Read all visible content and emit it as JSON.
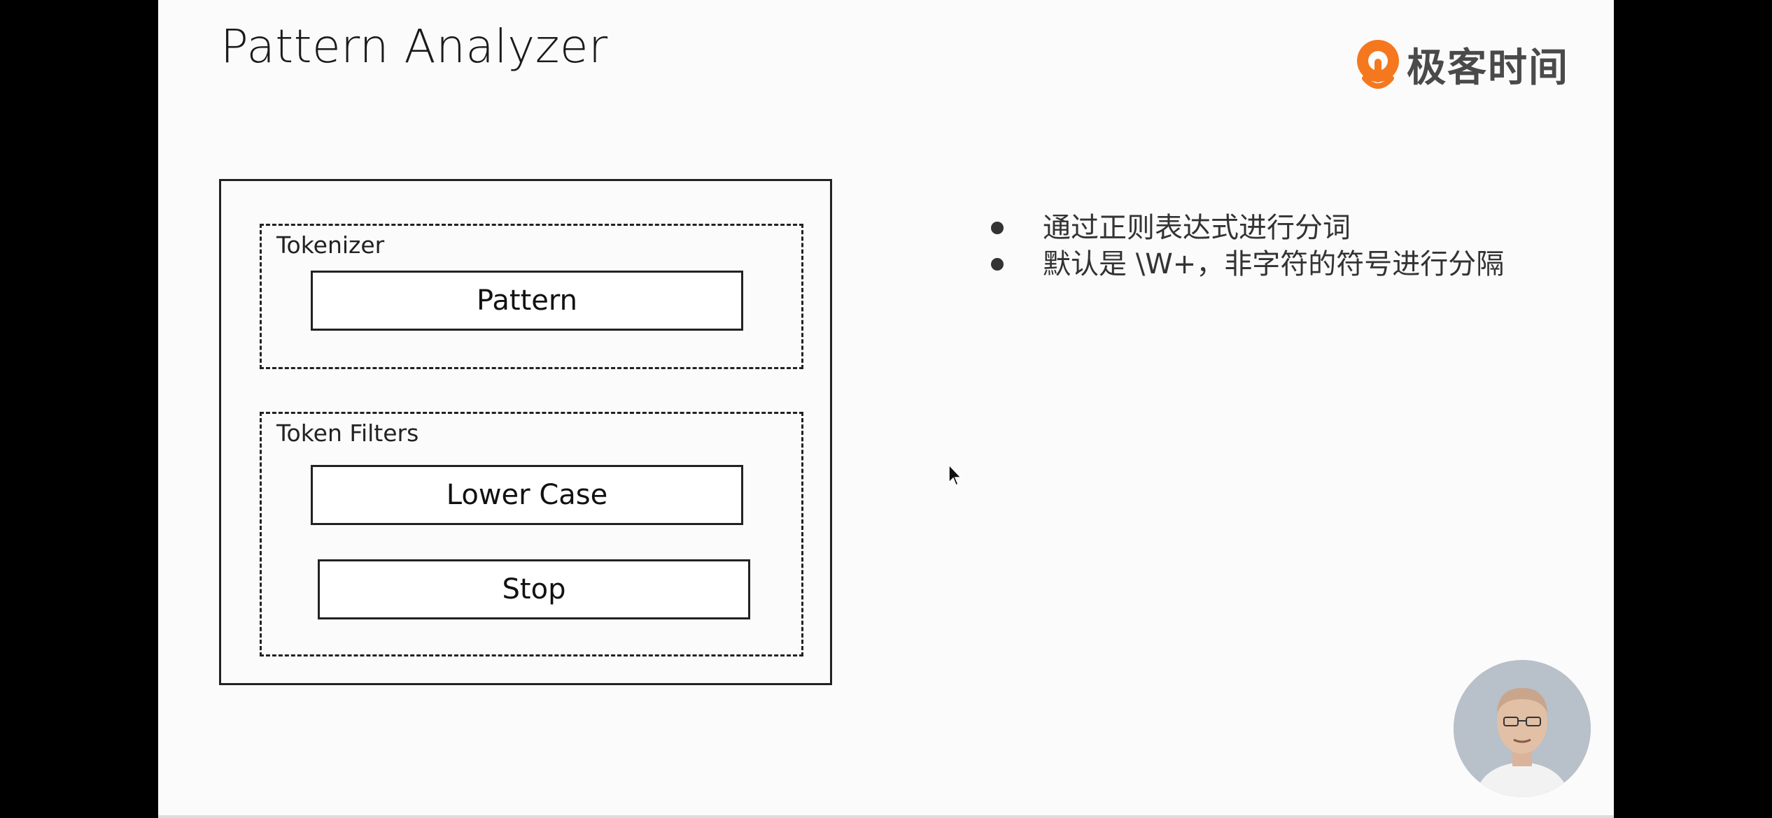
{
  "slide": {
    "title": "Pattern Analyzer",
    "logo_text": "极客时间",
    "diagram": {
      "tokenizer_label": "Tokenizer",
      "tokenizer_step": "Pattern",
      "filters_label": "Token Filters",
      "filter_steps": [
        "Lower Case",
        "Stop"
      ]
    },
    "bullets": [
      "通过正则表达式进行分词",
      "默认是 \\W+，非字符的符号进行分隔"
    ]
  },
  "colors": {
    "logo_orange": "#f5781e",
    "background": "#fbfbfb",
    "stroke": "#222222"
  },
  "icons": {
    "logo": "geektime-logo-icon",
    "cursor": "mouse-cursor-icon",
    "presenter": "presenter-webcam-avatar"
  }
}
